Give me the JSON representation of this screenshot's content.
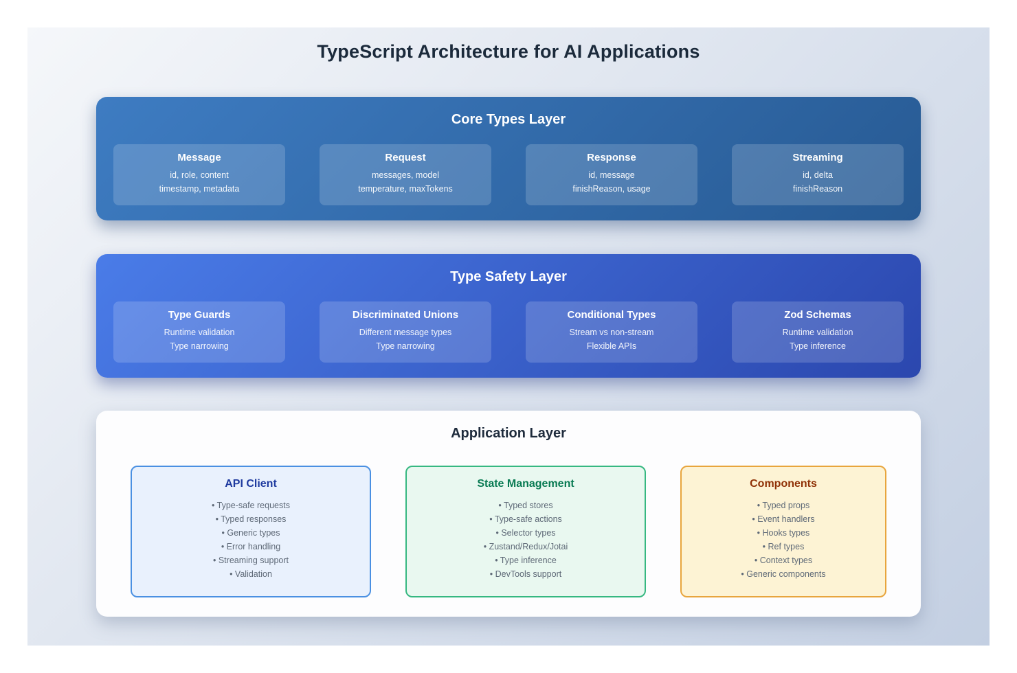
{
  "page": {
    "title": "TypeScript Architecture for AI Applications"
  },
  "layers": [
    {
      "title": "Core Types Layer",
      "cards": [
        {
          "title": "Message",
          "lines": [
            "id, role, content",
            "timestamp, metadata"
          ]
        },
        {
          "title": "Request",
          "lines": [
            "messages, model",
            "temperature, maxTokens"
          ]
        },
        {
          "title": "Response",
          "lines": [
            "id, message",
            "finishReason, usage"
          ]
        },
        {
          "title": "Streaming",
          "lines": [
            "id, delta",
            "finishReason"
          ]
        }
      ]
    },
    {
      "title": "Type Safety Layer",
      "cards": [
        {
          "title": "Type Guards",
          "lines": [
            "Runtime validation",
            "Type narrowing"
          ]
        },
        {
          "title": "Discriminated Unions",
          "lines": [
            "Different message types",
            "Type narrowing"
          ]
        },
        {
          "title": "Conditional Types",
          "lines": [
            "Stream vs non-stream",
            "Flexible APIs"
          ]
        },
        {
          "title": "Zod Schemas",
          "lines": [
            "Runtime validation",
            "Type inference"
          ]
        }
      ]
    },
    {
      "title": "Application Layer",
      "cards": [
        {
          "title": "API Client",
          "bullets": [
            "• Type-safe requests",
            "• Typed responses",
            "• Generic types",
            "• Error handling",
            "• Streaming support",
            "• Validation"
          ]
        },
        {
          "title": "State Management",
          "bullets": [
            "• Typed stores",
            "• Type-safe actions",
            "• Selector types",
            "• Zustand/Redux/Jotai",
            "• Type inference",
            "• DevTools support"
          ]
        },
        {
          "title": "Components",
          "bullets": [
            "• Typed props",
            "• Event handlers",
            "• Hooks types",
            "• Ref types",
            "• Context types",
            "• Generic components"
          ]
        }
      ]
    }
  ],
  "colors": {
    "panel_gradient_start": "#f5f7fa",
    "panel_gradient_end": "#c3cfe2",
    "core_layer_gradient_start": "#3e7cc2",
    "core_layer_gradient_end": "#275a93",
    "safety_layer_gradient_start": "#4a7ce8",
    "safety_layer_gradient_end": "#2b47ae",
    "app_layer_background": "#fdfdfe",
    "api_client_border": "#4a90e2",
    "api_client_background": "#e9f1fd",
    "api_client_title": "#1e3a9f",
    "state_management_border": "#36b881",
    "state_management_background": "#e9f8f0",
    "state_management_title": "#077a52",
    "components_border": "#e8a53d",
    "components_background": "#fdf3d4",
    "components_title": "#8f3005",
    "title_text": "#1b2a3b",
    "bullet_text": "#5e6977"
  }
}
